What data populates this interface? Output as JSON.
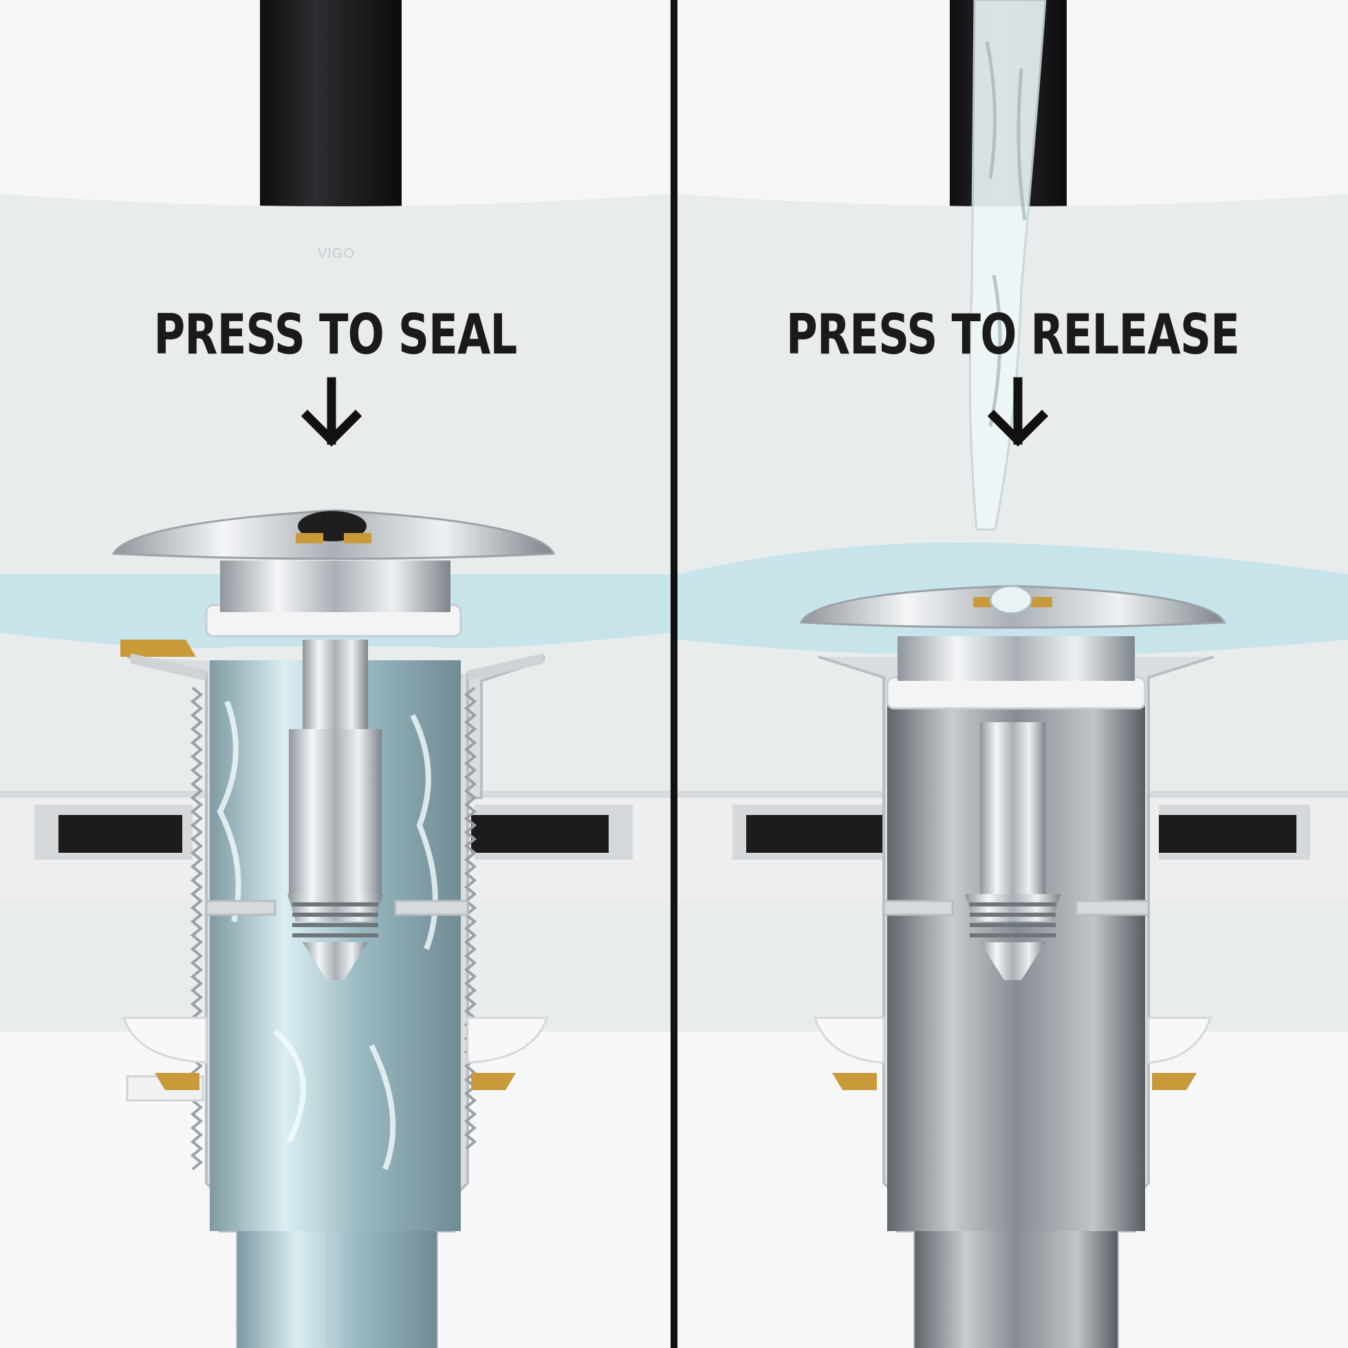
{
  "panels": [
    {
      "caption": "PRESS TO SEAL",
      "state": "sealed",
      "water_color": "#bfe3e8",
      "brand": "VIGO"
    },
    {
      "caption": "PRESS TO RELEASE",
      "state": "draining",
      "water_color": "#bfe3e8"
    }
  ],
  "colors": {
    "faucet": "#1b1b1d",
    "basin": "#e9ecee",
    "chrome": "#c9cdd1",
    "brass": "#c99a3a",
    "arrow": "#111111"
  },
  "icons": {
    "arrow": "arrow-down-icon"
  }
}
